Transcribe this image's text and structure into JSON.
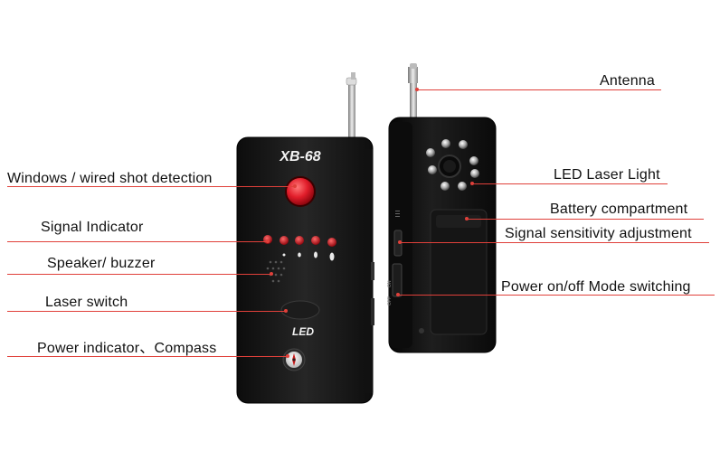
{
  "product": {
    "model": "XB-68",
    "led_text": "LED",
    "side_marks": [
      "ON",
      "OFF"
    ]
  },
  "labels": {
    "windows": "Windows / wired shot detection",
    "signal_indicator": "Signal Indicator",
    "speaker": "Speaker/ buzzer",
    "laser_switch": "Laser switch",
    "power_compass": "Power indicator、Compass",
    "antenna": "Antenna",
    "led_laser": "LED  Laser Light",
    "battery": "Battery compartment",
    "sensitivity": "Signal sensitivity adjustment",
    "power_mode": "Power on/off  Mode switching"
  },
  "colors": {
    "leader_line": "#e0403a",
    "device_body": "#1a1a1a",
    "lens_red": "#e11d2a",
    "led_red": "#d8101c"
  }
}
